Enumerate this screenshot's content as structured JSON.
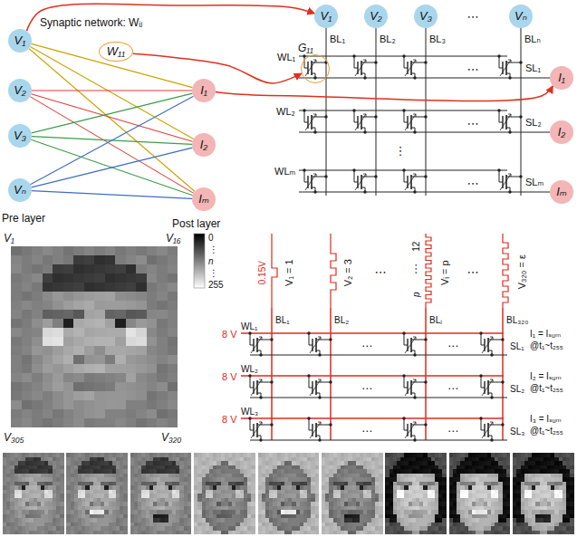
{
  "diagram": {
    "nodes": [
      {
        "text": [
          "V₁"
        ]
      },
      {
        "text": [
          "V₂"
        ]
      },
      {
        "text": [
          "V₃"
        ]
      },
      {
        "text": [
          "Vₙ"
        ]
      },
      {
        "text": [
          "W₁₁"
        ]
      },
      {
        "text": [
          "I₁"
        ]
      },
      {
        "text": [
          "I₂"
        ]
      },
      {
        "text": [
          "Iₘ"
        ]
      },
      {
        "text": [
          "V₁"
        ]
      },
      {
        "text": [
          "V₂"
        ]
      },
      {
        "text": [
          "V₃"
        ]
      },
      {
        "text": [
          "Vₙ"
        ]
      },
      {
        "text": [
          "G₁₁"
        ]
      },
      {
        "text": [
          "I₁"
        ]
      },
      {
        "text": [
          "I₂"
        ]
      },
      {
        "text": [
          "Iₘ"
        ]
      }
    ],
    "edges": [
      {
        "from": 0,
        "to": 5,
        "arrow": "none"
      },
      {
        "from": 0,
        "to": 6,
        "arrow": "none"
      },
      {
        "from": 0,
        "to": 7,
        "arrow": "none"
      },
      {
        "from": 1,
        "to": 5,
        "arrow": "none"
      },
      {
        "from": 1,
        "to": 6,
        "arrow": "none"
      },
      {
        "from": 1,
        "to": 7,
        "arrow": "none"
      },
      {
        "from": 2,
        "to": 5,
        "arrow": "none"
      },
      {
        "from": 2,
        "to": 6,
        "arrow": "none"
      },
      {
        "from": 2,
        "to": 7,
        "arrow": "none"
      },
      {
        "from": 3,
        "to": 5,
        "arrow": "none"
      },
      {
        "from": 3,
        "to": 6,
        "arrow": "none"
      },
      {
        "from": 3,
        "to": 7,
        "arrow": "none"
      },
      {
        "from": 0,
        "to": 8,
        "arrow": "to"
      },
      {
        "from": 4,
        "to": 12,
        "arrow": "to"
      },
      {
        "from": 5,
        "to": 13,
        "arrow": "to"
      }
    ],
    "labels": [
      "Synaptic network: Wᵢⱼ",
      "Pre layer",
      "Post layer",
      "⋯",
      "BL₁",
      "BL₂",
      "BL₃",
      "BLₙ",
      "WL₁",
      "⋯",
      "SL₁",
      "WL₂",
      "⋯",
      "SL₂",
      "⋮",
      "WLₘ",
      "⋯",
      "SLₘ",
      "V₁",
      "V₁₆",
      "V₃₀₅",
      "V₃₂₀",
      "0",
      "⋮",
      "n",
      "⋮",
      "255",
      "0.15V",
      "V₁ = 1",
      "V₂ = 3",
      "⋯",
      "12",
      "⋯",
      "p",
      "Vᵢ = p",
      "⋯",
      "V₃₂₀ = ε",
      "BL₁",
      "BL₂",
      "BLⱼ",
      "BL₃₂₀",
      "8 V",
      "WL₁",
      "⋯",
      "⋯",
      "SL₁",
      "I₁ = Iₛᵤₘ",
      "@t₁~t₂₅₅",
      "8 V",
      "WL₂",
      "⋯",
      "⋯",
      "SL₂",
      "I₂ = Iₛᵤₘ",
      "@t₁~t₂₅₅",
      "8 V",
      "WL₃",
      "⋯",
      "⋯",
      "SL₃",
      "I₃ = Iₛᵤₘ",
      "@t₁~t₂₅₅"
    ]
  }
}
